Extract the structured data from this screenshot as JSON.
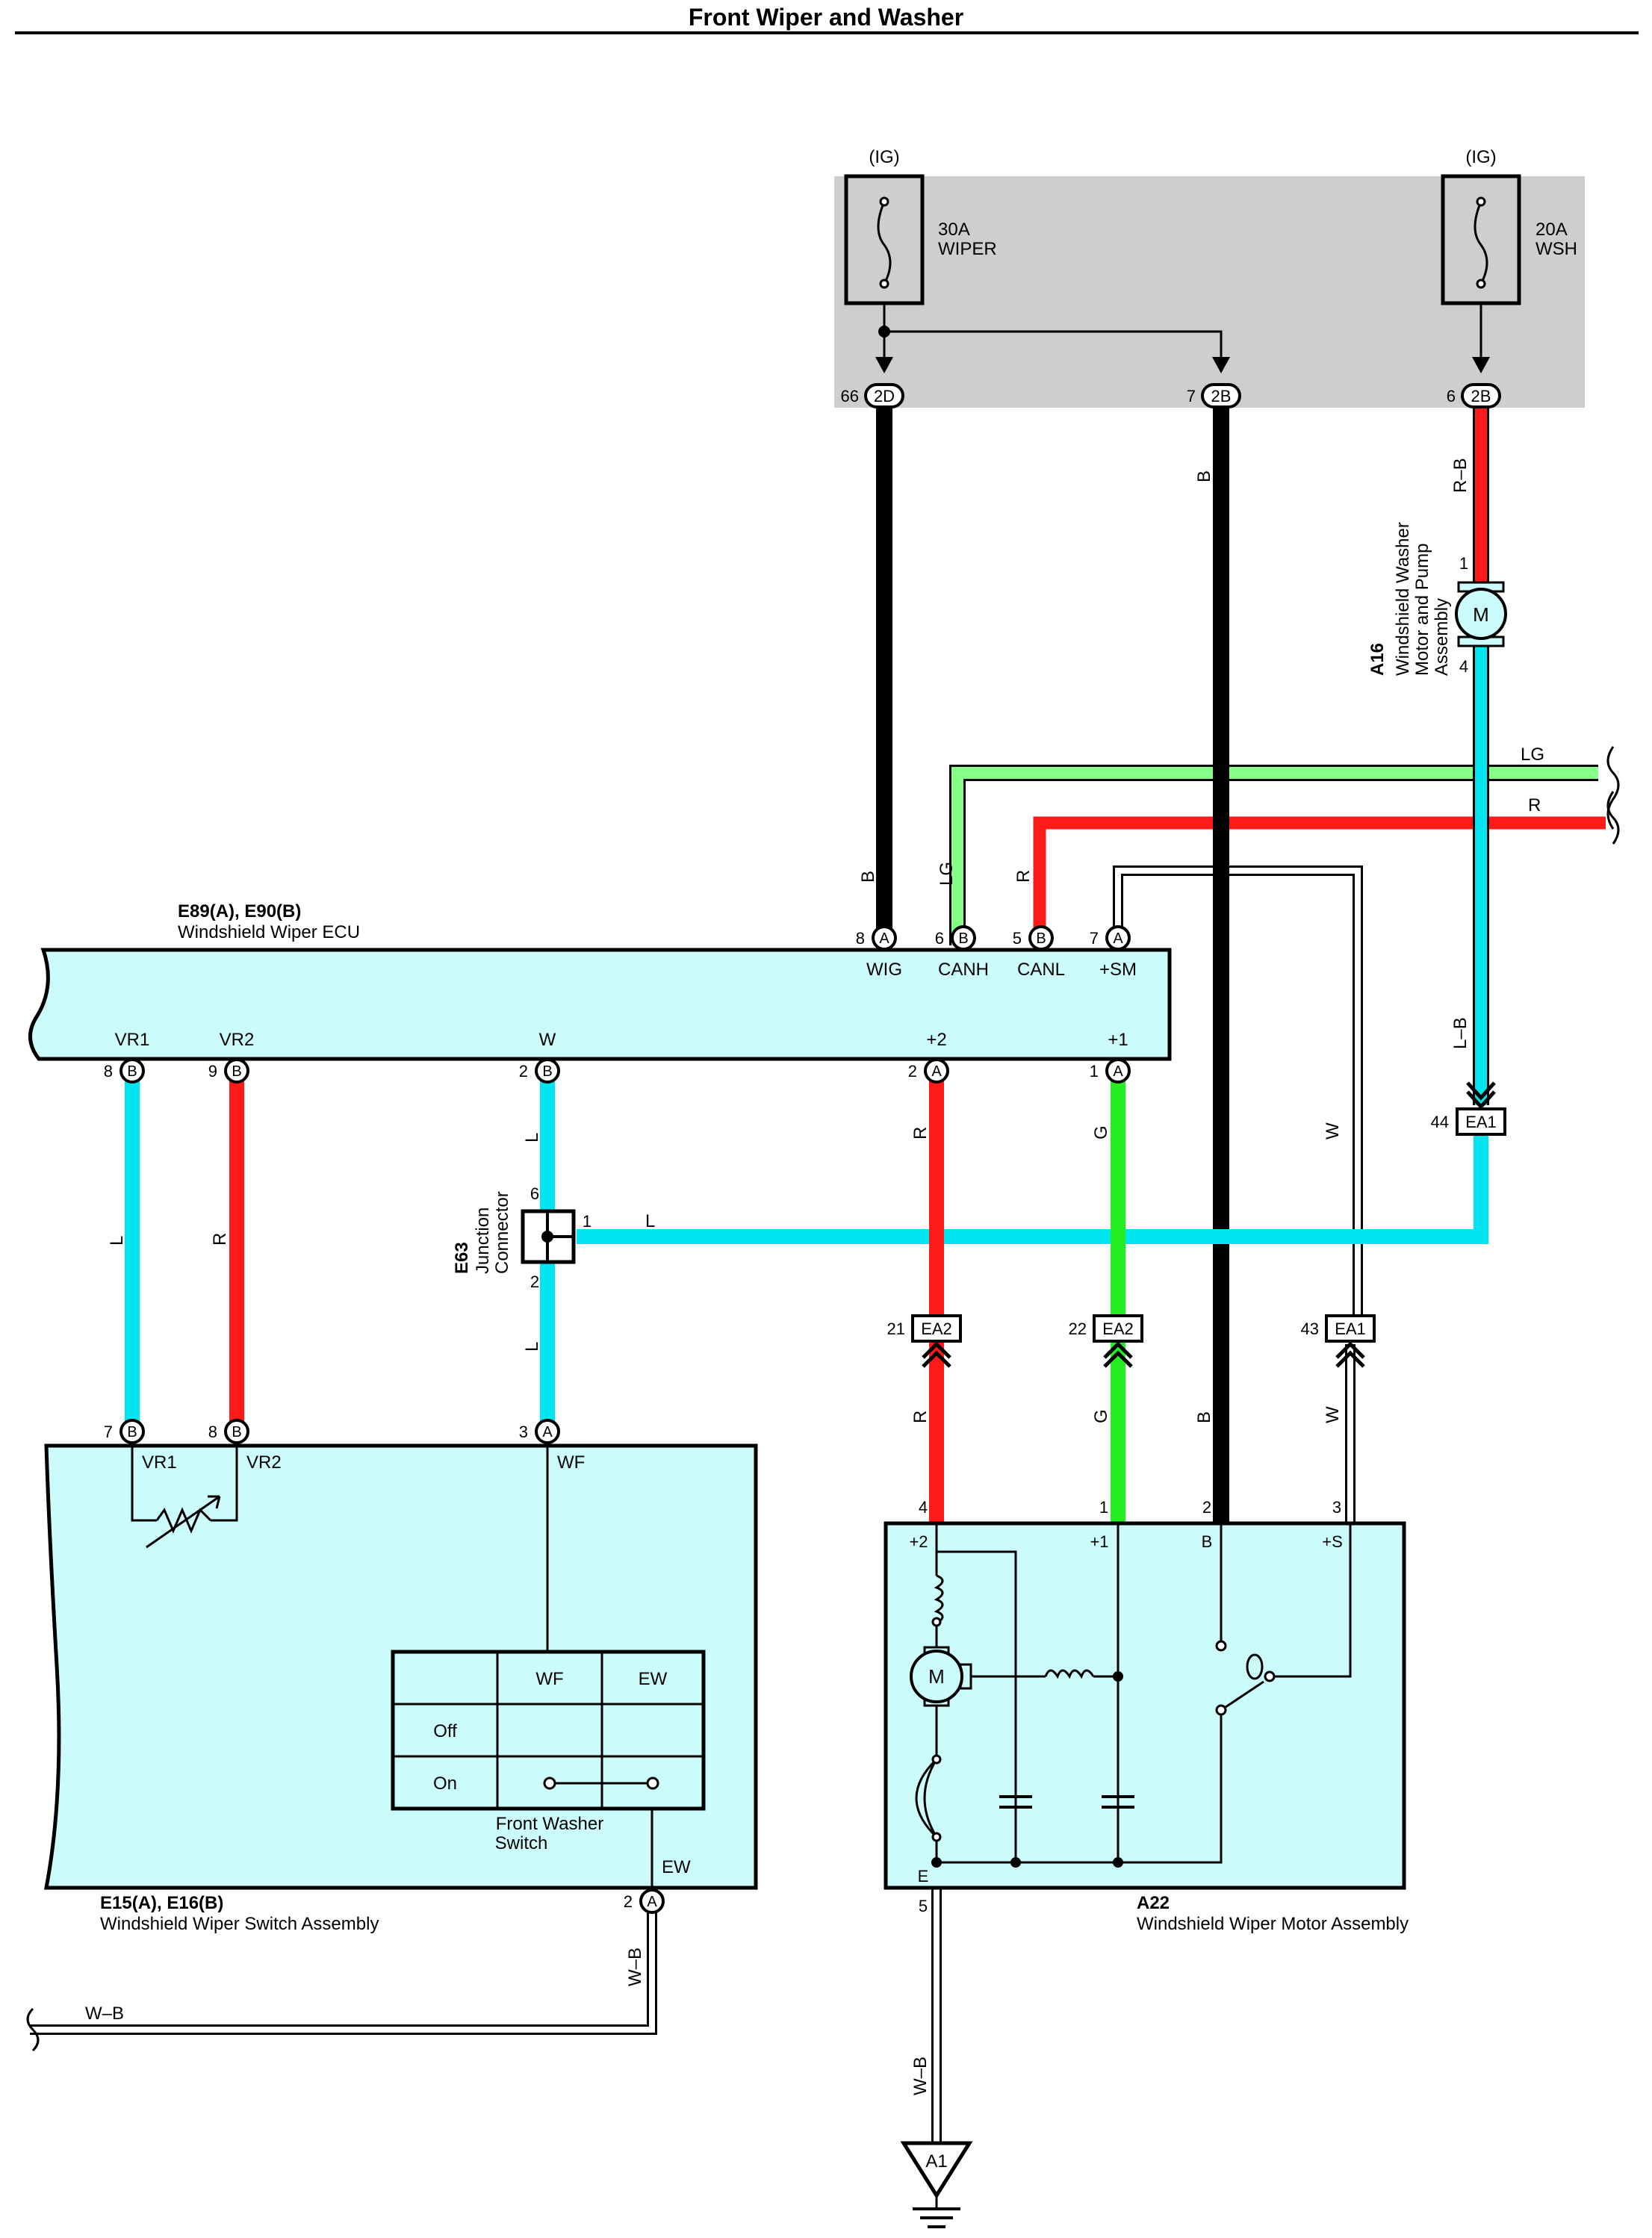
{
  "title": "Front Wiper and Washer",
  "colors": {
    "B": "#000000",
    "R": "#ff1a1a",
    "L": "#00e5f0",
    "G": "#22ee22",
    "LG": "#88ff88",
    "W": "#ffffff",
    "fill": "#ccfbfc",
    "fuse_box": "#cecece"
  },
  "fuses": [
    {
      "ig": "(IG)",
      "rating": "30A",
      "name": "WIPER"
    },
    {
      "ig": "(IG)",
      "rating": "20A",
      "name": "WSH"
    }
  ],
  "fuse_connectors": [
    {
      "pin": "66",
      "conn": "2D"
    },
    {
      "pin": "7",
      "conn": "2B"
    },
    {
      "pin": "6",
      "conn": "2B"
    }
  ],
  "ecu": {
    "code": "E89(A), E90(B)",
    "name": "Windshield Wiper ECU",
    "top_pins": [
      {
        "pin": "8",
        "conn": "A",
        "label": "WIG",
        "wire": "B"
      },
      {
        "pin": "6",
        "conn": "B",
        "label": "CANH",
        "wire": "LG"
      },
      {
        "pin": "5",
        "conn": "B",
        "label": "CANL",
        "wire": "R"
      },
      {
        "pin": "7",
        "conn": "A",
        "label": "+SM",
        "wire": "W"
      }
    ],
    "bottom_pins": [
      {
        "pin": "8",
        "conn": "B",
        "label": "VR1",
        "wire": "L"
      },
      {
        "pin": "9",
        "conn": "B",
        "label": "VR2",
        "wire": "R"
      },
      {
        "pin": "2",
        "conn": "B",
        "label": "W",
        "wire": "L"
      },
      {
        "pin": "2",
        "conn": "A",
        "label": "+2",
        "wire": "R"
      },
      {
        "pin": "1",
        "conn": "A",
        "label": "+1",
        "wire": "G"
      }
    ]
  },
  "washer_motor": {
    "code": "A16",
    "name_lines": [
      "Windshield Washer",
      "Motor and Pump",
      "Assembly"
    ],
    "pin_top": "1",
    "pin_bottom": "4",
    "symbol": "M",
    "wire_top": "R–B",
    "wire_bottom": "L–B"
  },
  "can_lines": [
    {
      "wire": "LG"
    },
    {
      "wire": "R"
    }
  ],
  "junction": {
    "code": "E63",
    "name_lines": [
      "Junction",
      "Connector"
    ],
    "pin_top": "6",
    "pin_right": "1",
    "pin_bottom": "2",
    "wire_top": "L",
    "wire_right": "L",
    "wire_bottom": "L"
  },
  "connectors_ea": [
    {
      "pin": "44",
      "conn": "EA1"
    },
    {
      "pin": "21",
      "conn": "EA2"
    },
    {
      "pin": "22",
      "conn": "EA2"
    },
    {
      "pin": "43",
      "conn": "EA1"
    }
  ],
  "vertical_wire_labels": {
    "b_main": "B",
    "b_ecu": "B",
    "lg_ecu": "LG",
    "r_ecu": "R",
    "w_upper": "W",
    "r_upper": "R",
    "g_upper": "G",
    "l_left": "L",
    "r_left": "R",
    "r_lower": "R",
    "g_lower": "G",
    "b_lower": "B",
    "w_lower": "W"
  },
  "switch": {
    "code": "E15(A), E16(B)",
    "name": "Windshield Wiper Switch Assembly",
    "pins": [
      {
        "pin": "7",
        "conn": "B",
        "label": "VR1"
      },
      {
        "pin": "8",
        "conn": "B",
        "label": "VR2"
      },
      {
        "pin": "3",
        "conn": "A",
        "label": "WF"
      }
    ],
    "bottom_pin": {
      "pin": "2",
      "conn": "A",
      "label": "EW"
    },
    "washer_switch": {
      "name_lines": [
        "Front Washer",
        "Switch"
      ],
      "columns": [
        "WF",
        "EW"
      ],
      "rows": [
        "Off",
        "On"
      ]
    },
    "ground_wire": "W–B",
    "ground_wire_h": "W–B"
  },
  "motor": {
    "code": "A22",
    "name": "Windshield Wiper Motor Assembly",
    "pins": [
      {
        "pin": "4",
        "label": "+2"
      },
      {
        "pin": "1",
        "label": "+1"
      },
      {
        "pin": "2",
        "label": "B"
      },
      {
        "pin": "3",
        "label": "+S"
      }
    ],
    "ground_pin": "5",
    "ground_label": "E",
    "symbol": "M",
    "ground_wire": "W–B"
  },
  "ground": {
    "label": "A1"
  }
}
